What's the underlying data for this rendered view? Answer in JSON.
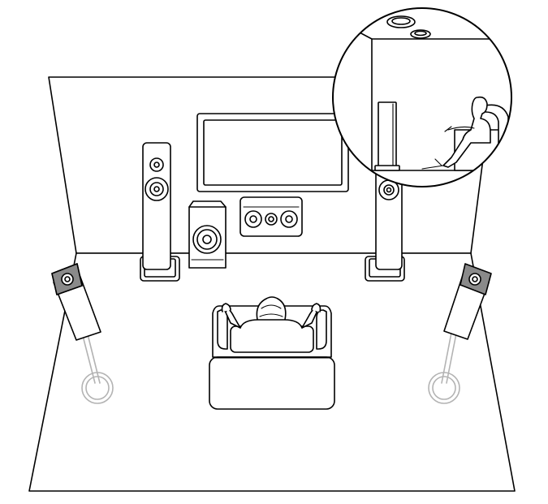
{
  "diagram": {
    "layout": "5.1",
    "speakers": [
      "front-left",
      "center",
      "front-right",
      "subwoofer",
      "surround-left",
      "surround-right",
      "overhead"
    ],
    "colors": {
      "line": "#000000",
      "stand": "#b3b3b3",
      "speaker_top": "#888888",
      "background": "#ffffff"
    }
  }
}
